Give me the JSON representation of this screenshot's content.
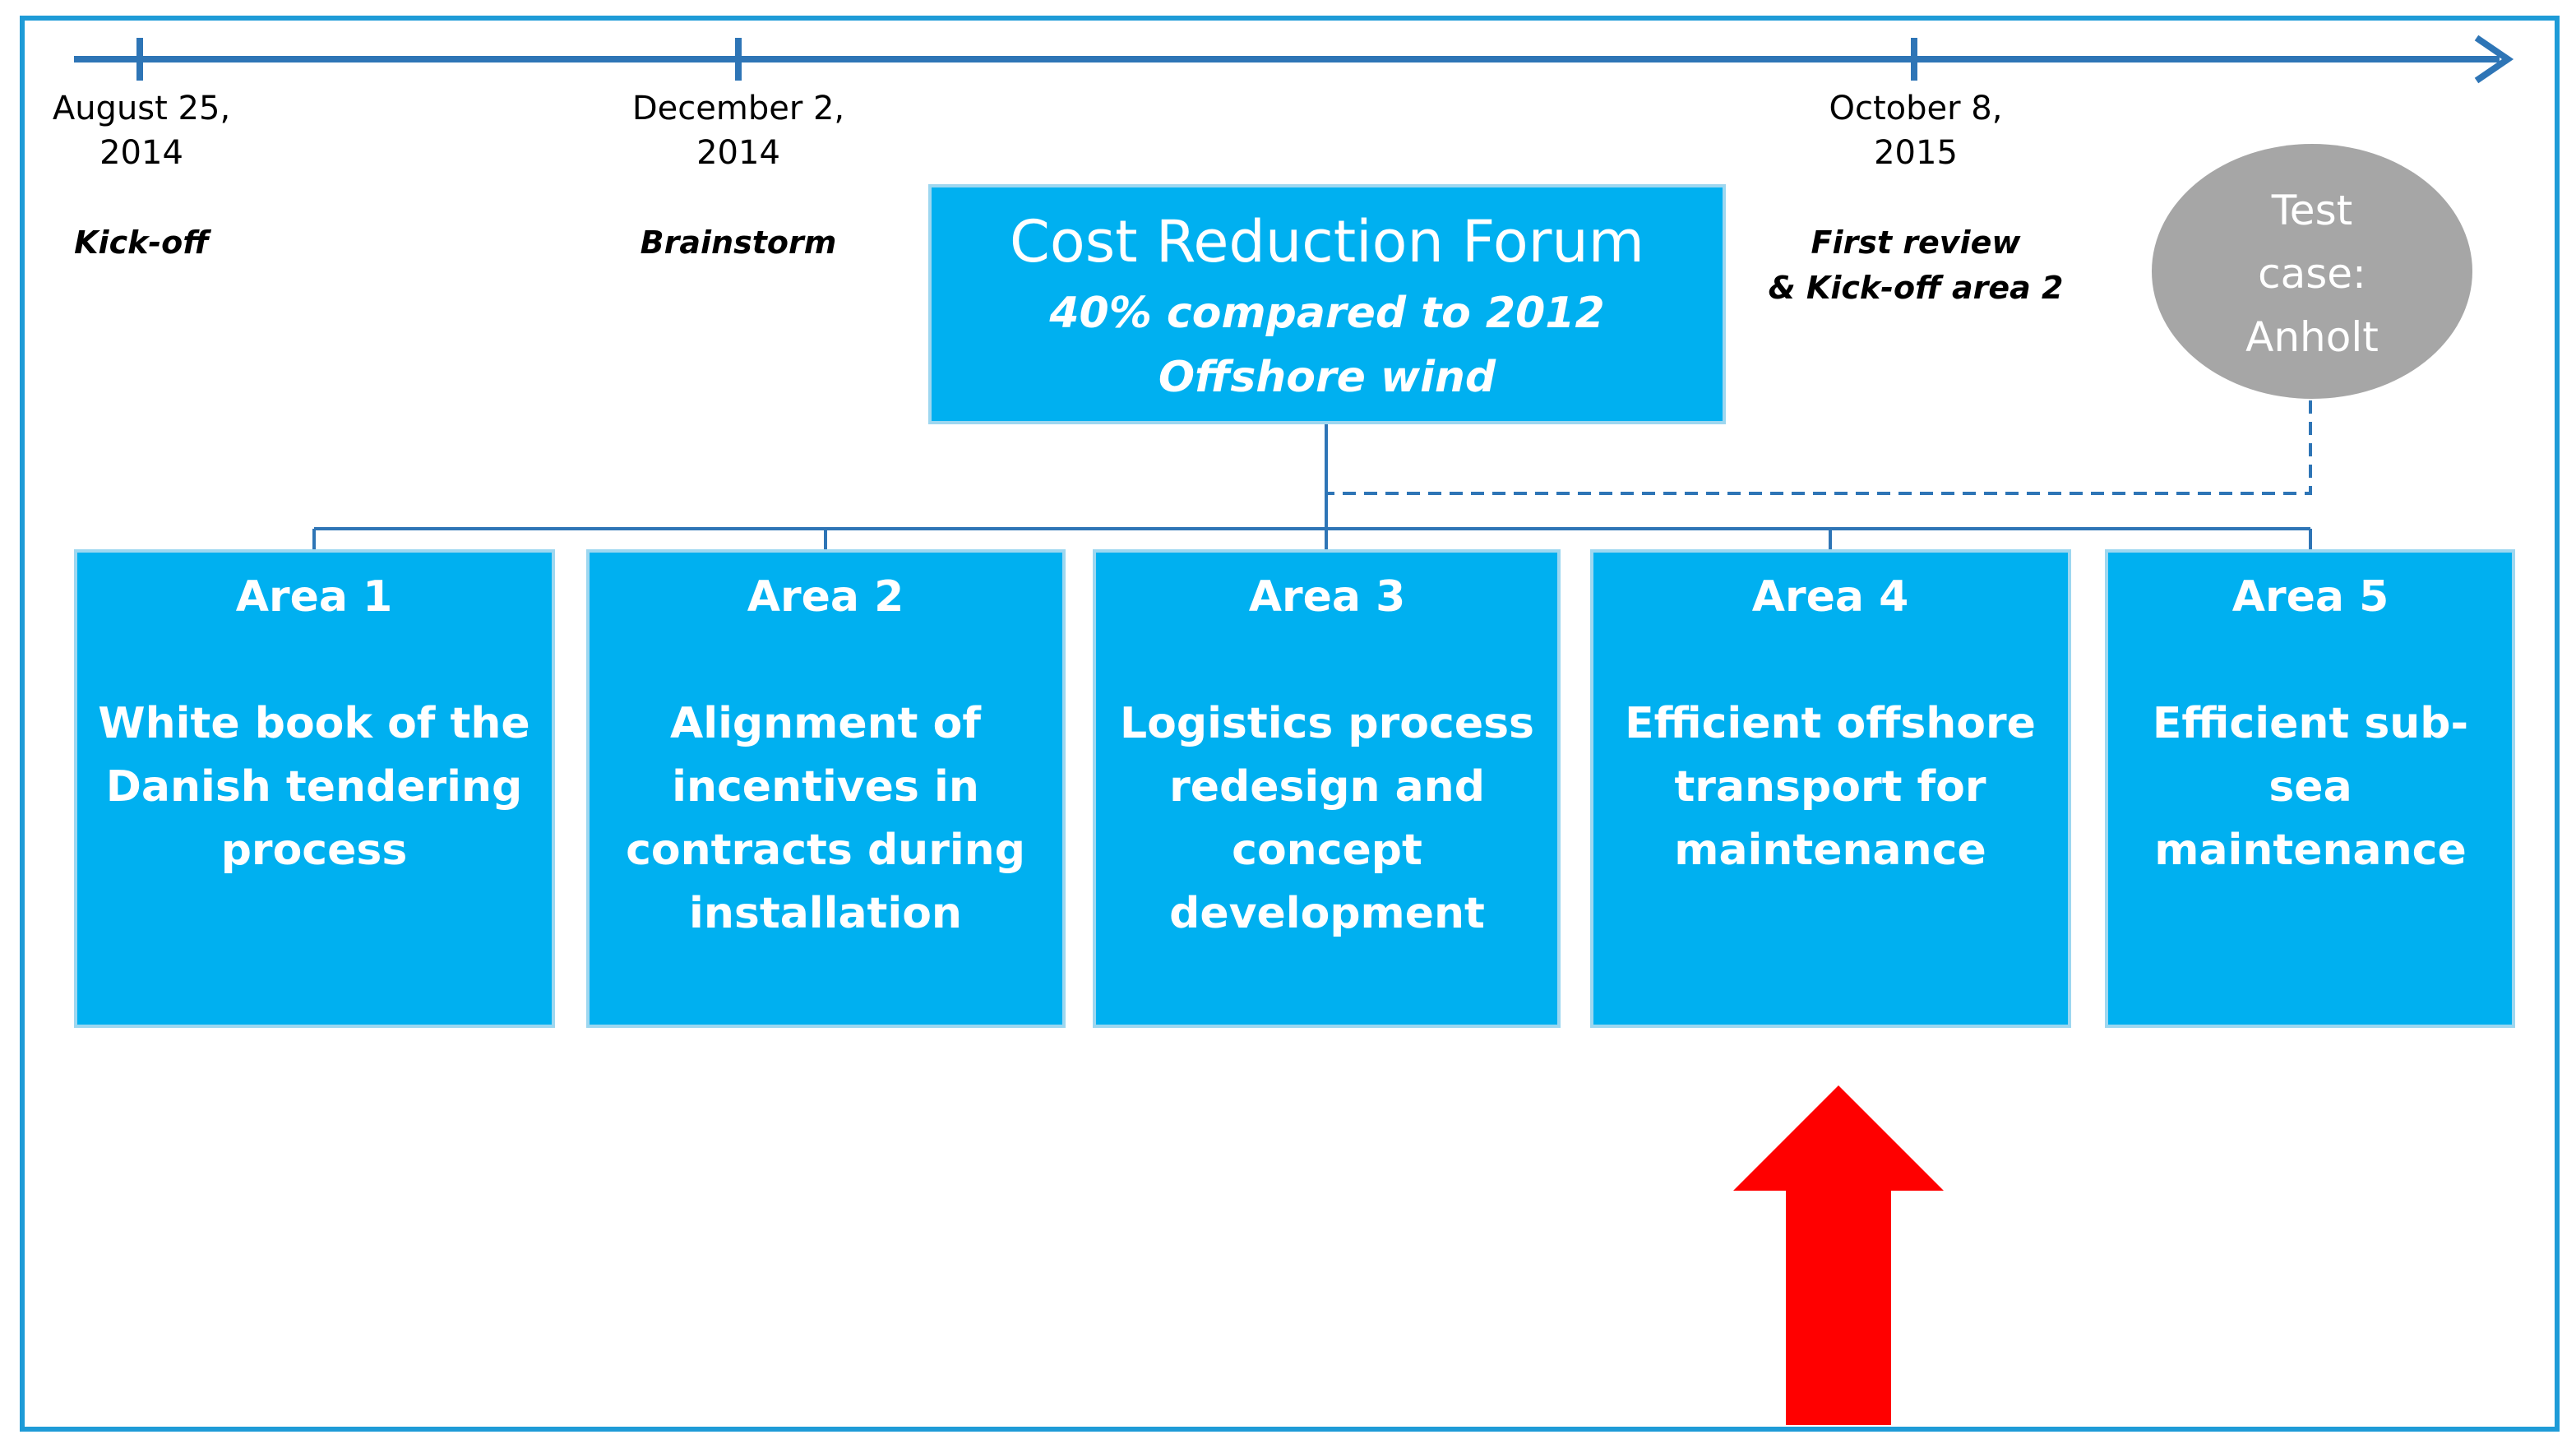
{
  "colors": {
    "frame": "#1e9bd7",
    "timeline": "#2e75b6",
    "box_fill": "#00b0f0",
    "box_border": "#9dd7f0",
    "box_text": "#ffffff",
    "connector": "#2e75b6",
    "test_case_fill": "#a6a6a6",
    "arrow": "#ff0000",
    "label_text": "#000000"
  },
  "timeline": {
    "milestones": [
      {
        "date_line1": "August 25,",
        "date_line2": "2014",
        "event_line1": "Kick-off",
        "event_line2": ""
      },
      {
        "date_line1": "December 2,",
        "date_line2": "2014",
        "event_line1": "Brainstorm",
        "event_line2": ""
      },
      {
        "date_line1": "October 8,",
        "date_line2": "2015",
        "event_line1": "First review",
        "event_line2": "& Kick-off area 2"
      }
    ]
  },
  "forum": {
    "title": "Cost Reduction Forum",
    "subtitle_line1": "40% compared to 2012",
    "subtitle_line2": "Offshore wind"
  },
  "test_case": {
    "line1": "Test",
    "line2": "case:",
    "line3": "Anholt"
  },
  "areas": [
    {
      "title": "Area 1",
      "lines": [
        "White book of the",
        "Danish tendering",
        "process"
      ]
    },
    {
      "title": "Area 2",
      "lines": [
        "Alignment of",
        "incentives in",
        "contracts during",
        "installation"
      ]
    },
    {
      "title": "Area 3",
      "lines": [
        "Logistics process",
        "redesign and",
        "concept",
        "development"
      ]
    },
    {
      "title": "Area 4",
      "lines": [
        "Efficient offshore",
        "transport for",
        "maintenance"
      ]
    },
    {
      "title": "Area 5",
      "lines": [
        "Efficient sub-",
        "sea",
        "maintenance"
      ]
    }
  ],
  "highlight": {
    "icon": "arrow-up-icon",
    "points_to_area": "Area 4"
  }
}
